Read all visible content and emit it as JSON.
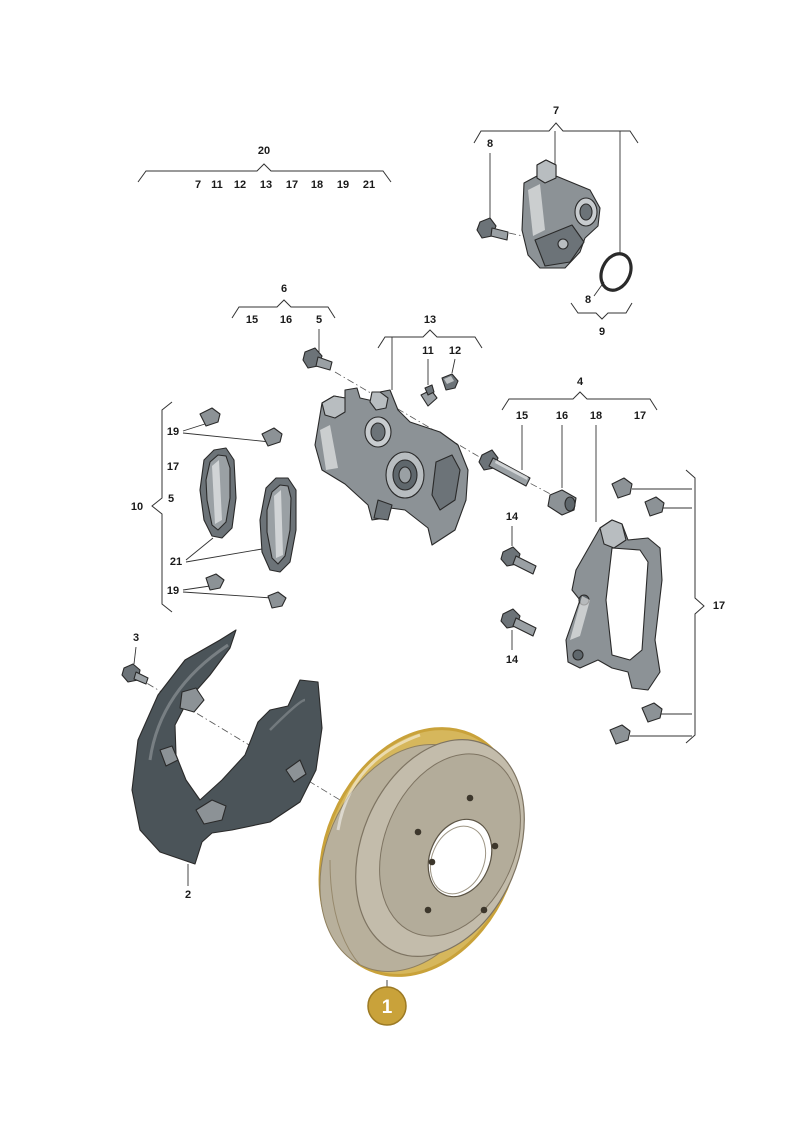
{
  "highlight": {
    "part_number": "1",
    "color": "#c9a23a"
  },
  "labels": {
    "n1": "1",
    "n2": "2",
    "n3": "3",
    "n4": "4",
    "n5_top": "5",
    "n5_left": "5",
    "n6": "6",
    "n7_top": "7",
    "n8_top": "8",
    "n8_bottom": "8",
    "n9": "9",
    "n10": "10",
    "n11_caliper": "11",
    "n12": "12",
    "n13": "13",
    "n14_upper": "14",
    "n14_lower": "14",
    "n15_g6": "15",
    "n15_g4": "15",
    "n16_g6": "16",
    "n16_g4": "16",
    "n17_g4": "17",
    "n17_left": "17",
    "n17_right": "17",
    "n18": "18",
    "n19_upper": "19",
    "n19_lower": "19",
    "n20": "20",
    "n21_pads": "21"
  },
  "group20": {
    "items": [
      "7",
      "11",
      "12",
      "13",
      "17",
      "18",
      "19",
      "21"
    ]
  },
  "colors": {
    "part_fill": "#8c9296",
    "part_dark": "#5f676c",
    "part_light": "#b8bdc0",
    "shield_dark": "#4b5459",
    "disc_face": "#b9b3a3",
    "disc_rim": "#c9a23a"
  }
}
